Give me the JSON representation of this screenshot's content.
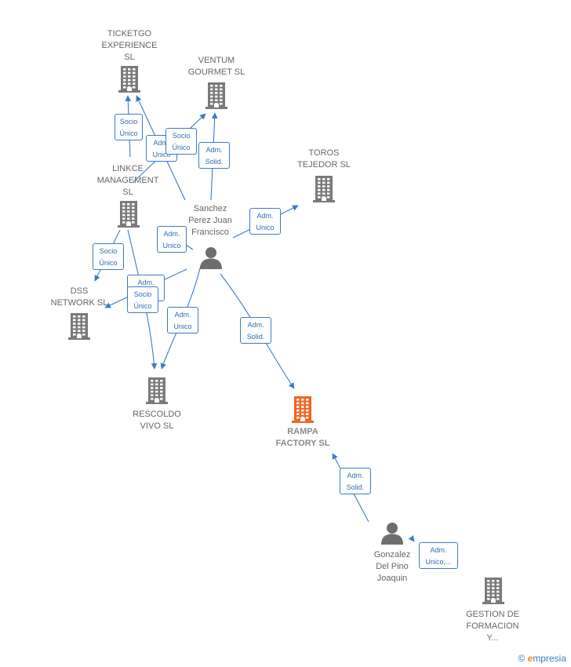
{
  "colors": {
    "edge": "#3a7cc6",
    "building": "#7a7a7a",
    "building_highlight": "#f26522",
    "person": "#6e6e6e"
  },
  "nodes": [
    {
      "id": "ticketgo",
      "type": "building",
      "label": "TICKETGO\nEXPERIENCE\nSL"
    },
    {
      "id": "ventum",
      "type": "building",
      "label": "VENTUM\nGOURMET SL"
    },
    {
      "id": "toros",
      "type": "building",
      "label": "TOROS\nTEJEDOR  SL"
    },
    {
      "id": "linkce",
      "type": "building",
      "label": "LINKCE\nMANAGEMENT\nSL"
    },
    {
      "id": "sanchez",
      "type": "person",
      "label": "Sanchez\nPerez Juan\nFrancisco"
    },
    {
      "id": "dss",
      "type": "building",
      "label": "DSS\nNETWORK SL"
    },
    {
      "id": "rescoldo",
      "type": "building",
      "label": "RESCOLDO\nVIVO  SL"
    },
    {
      "id": "rampa",
      "type": "building",
      "label": "RAMPA\nFACTORY  SL",
      "highlight": true
    },
    {
      "id": "gonzalez",
      "type": "person",
      "label": "Gonzalez\nDel Pino\nJoaquin"
    },
    {
      "id": "gestion",
      "type": "building",
      "label": "GESTION DE\nFORMACION\nY..."
    }
  ],
  "edges": [
    {
      "from": "linkce",
      "to": "ticketgo",
      "label": "Socio\nÚnico"
    },
    {
      "from": "sanchez",
      "to": "ticketgo",
      "label": "Adm.\nUnico"
    },
    {
      "from": "linkce",
      "to": "ventum",
      "label": "Socio\nÚnico"
    },
    {
      "from": "sanchez",
      "to": "ventum",
      "label": "Adm.\nSolid."
    },
    {
      "from": "sanchez",
      "to": "toros",
      "label": "Adm.\nUnico"
    },
    {
      "from": "sanchez",
      "to": "linkce",
      "label": "Adm.\nUnico"
    },
    {
      "from": "linkce",
      "to": "dss",
      "label": "Socio\nÚnico"
    },
    {
      "from": "sanchez",
      "to": "dss",
      "label": "Adm.\nUnico"
    },
    {
      "from": "linkce",
      "to": "rescoldo",
      "label": "Socio\nÚnico"
    },
    {
      "from": "sanchez",
      "to": "rescoldo",
      "label": "Adm.\nUnico"
    },
    {
      "from": "sanchez",
      "to": "rampa",
      "label": "Adm.\nSolid."
    },
    {
      "from": "gonzalez",
      "to": "rampa",
      "label": "Adm.\nSolid."
    },
    {
      "from": "gonzalez",
      "to": "gestion",
      "label": "Adm.\nUnico,..."
    }
  ],
  "brand": {
    "copyright": "©",
    "initial": "e",
    "rest": "mpresia"
  }
}
